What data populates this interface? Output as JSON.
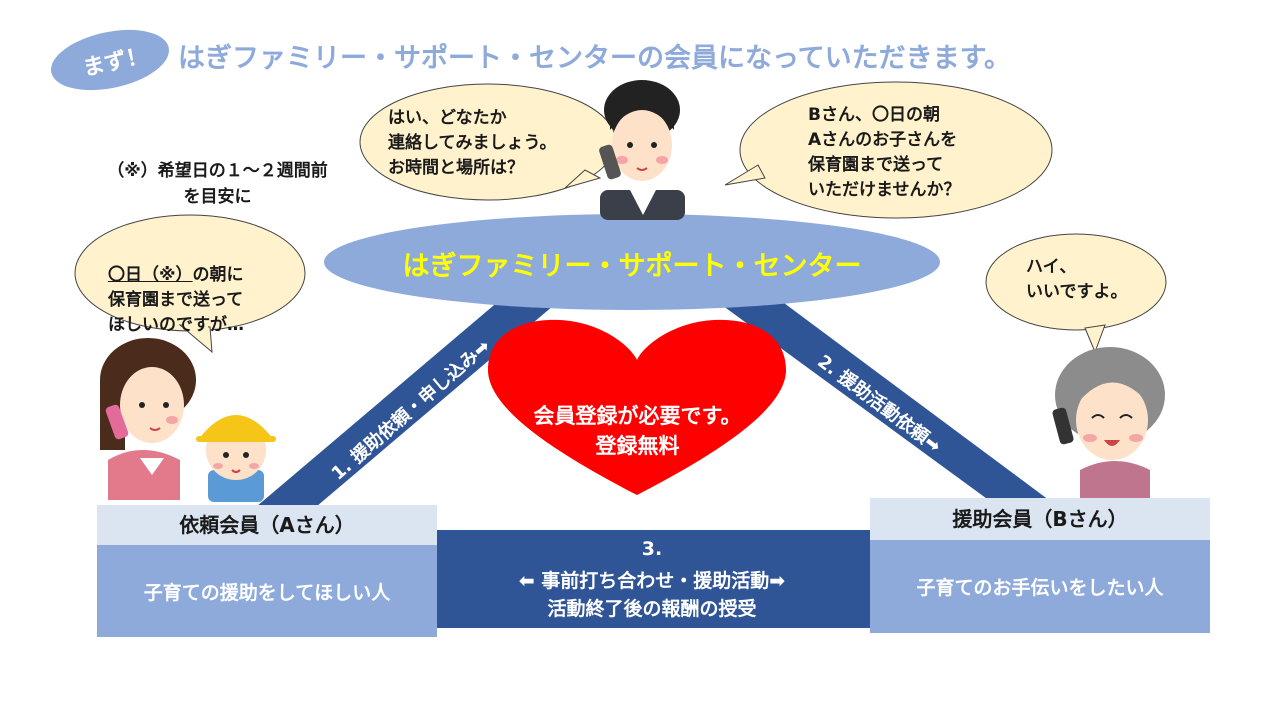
{
  "header": {
    "badge": "まず！",
    "title": "はぎファミリー・サポート・センターの会員になっていただきます。"
  },
  "note": "（※）希望日の１～２週間前\nを目安に",
  "bubbles": {
    "a_request_line1": "〇日（※）",
    "a_request_line1_rest": "の朝に",
    "a_request_rest": "保育園まで送って\nほしいのですが…",
    "center_reply": "はい、どなたか\n連絡してみましょう。\nお時間と場所は？",
    "center_to_b": "Bさん、〇日の朝\nAさんのお子さんを\n保育園まで送って\nいただけませんか？",
    "b_reply": "ハイ、\nいいですよ。"
  },
  "center": {
    "name": "はぎファミリー・サポート・センター"
  },
  "steps": {
    "step1": "1. 援助依頼・申し込み➡",
    "step2": "2. 援助活動依頼➡",
    "step3_num": "3.",
    "step3_line1": "⬅ 事前打ち合わせ・援助活動➡",
    "step3_line2": "活動終了後の報酬の授受"
  },
  "heart": {
    "line1": "会員登録が必要です。",
    "line2": "登録無料"
  },
  "member_a": {
    "title": "依頼会員（Aさん）",
    "desc": "子育ての援助をしてほしい人"
  },
  "member_b": {
    "title": "援助会員（Bさん）",
    "desc": "子育てのお手伝いをしたい人"
  },
  "colors": {
    "badge_bg": "#8eaadb",
    "title_text": "#8eaadb",
    "band": "#2f5597",
    "center_ellipse": "#8eaadb",
    "center_text": "#ffff00",
    "bubble_bg": "#fff2cc",
    "heart": "#ff0000"
  }
}
